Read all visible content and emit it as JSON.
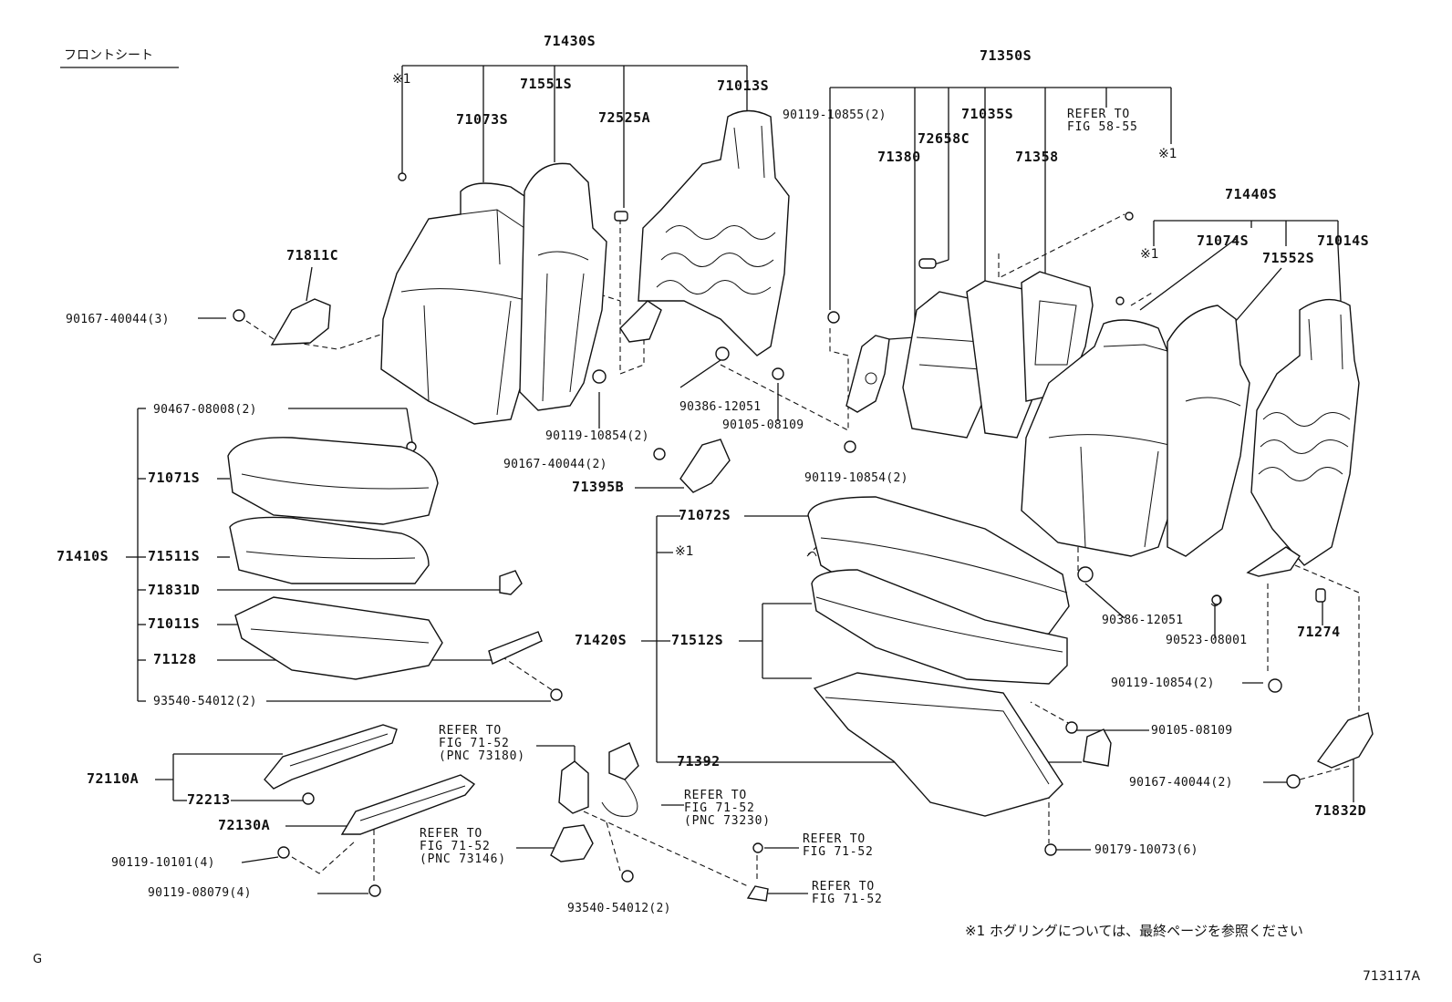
{
  "title": "フロントシート",
  "parts": {
    "p71430S": "71430S",
    "p71350S": "71350S",
    "p71440S": "71440S",
    "p71410S": "71410S",
    "p71420S": "71420S",
    "p71073S": "71073S",
    "p71551S": "71551S",
    "p72525A": "72525A",
    "p71013S": "71013S",
    "p71811C": "71811C",
    "p90167_40044_3": "90167-40044(3)",
    "p90119_10855_2": "90119-10855(2)",
    "p71035S": "71035S",
    "p72658C": "72658C",
    "p71380": "71380",
    "p71358": "71358",
    "p71074S": "71074S",
    "p71014S": "71014S",
    "p71552S": "71552S",
    "p90386_12051_a": "90386-12051",
    "p90105_08109_a": "90105-08109",
    "p90119_10854_2a": "90119-10854(2)",
    "p90167_40044_2a": "90167-40044(2)",
    "p71395B": "71395B",
    "p90119_10854_2b": "90119-10854(2)",
    "p90467_08008_2": "90467-08008(2)",
    "p71071S": "71071S",
    "p71511S": "71511S",
    "p71831D": "71831D",
    "p71011S": "71011S",
    "p71128": "71128",
    "p93540_54012_2a": "93540-54012(2)",
    "p71072S": "71072S",
    "p71512S": "71512S",
    "p71392": "71392",
    "p90386_12051_b": "90386-12051",
    "p90523_08001": "90523-08001",
    "p71274": "71274",
    "p90119_10854_2c": "90119-10854(2)",
    "p90105_08109_b": "90105-08109",
    "p90167_40044_2b": "90167-40044(2)",
    "p71832D": "71832D",
    "p72110A": "72110A",
    "p72213": "72213",
    "p72130A": "72130A",
    "p90119_10101_4": "90119-10101(4)",
    "p90119_08079_4": "90119-08079(4)",
    "p93540_54012_2b": "93540-54012(2)",
    "p90179_10073_6": "90179-10073(6)"
  },
  "marks": {
    "m1": "※1",
    "m2": "※1",
    "m3": "※1",
    "m4": "※1"
  },
  "refs": {
    "r58_55": "REFER TO\nFIG 58-55",
    "r73180": "REFER TO\nFIG 71-52\n(PNC 73180)",
    "r73230": "REFER TO\nFIG 71-52\n(PNC 73230)",
    "r73146": "REFER TO\nFIG 71-52\n(PNC 73146)",
    "rA": "REFER TO\nFIG 71-52",
    "rB": "REFER TO\nFIG 71-52"
  },
  "footnote": "※1  ホグリングについては、最終ページを参照ください",
  "corner_left": "G",
  "figure_code": "713117A"
}
